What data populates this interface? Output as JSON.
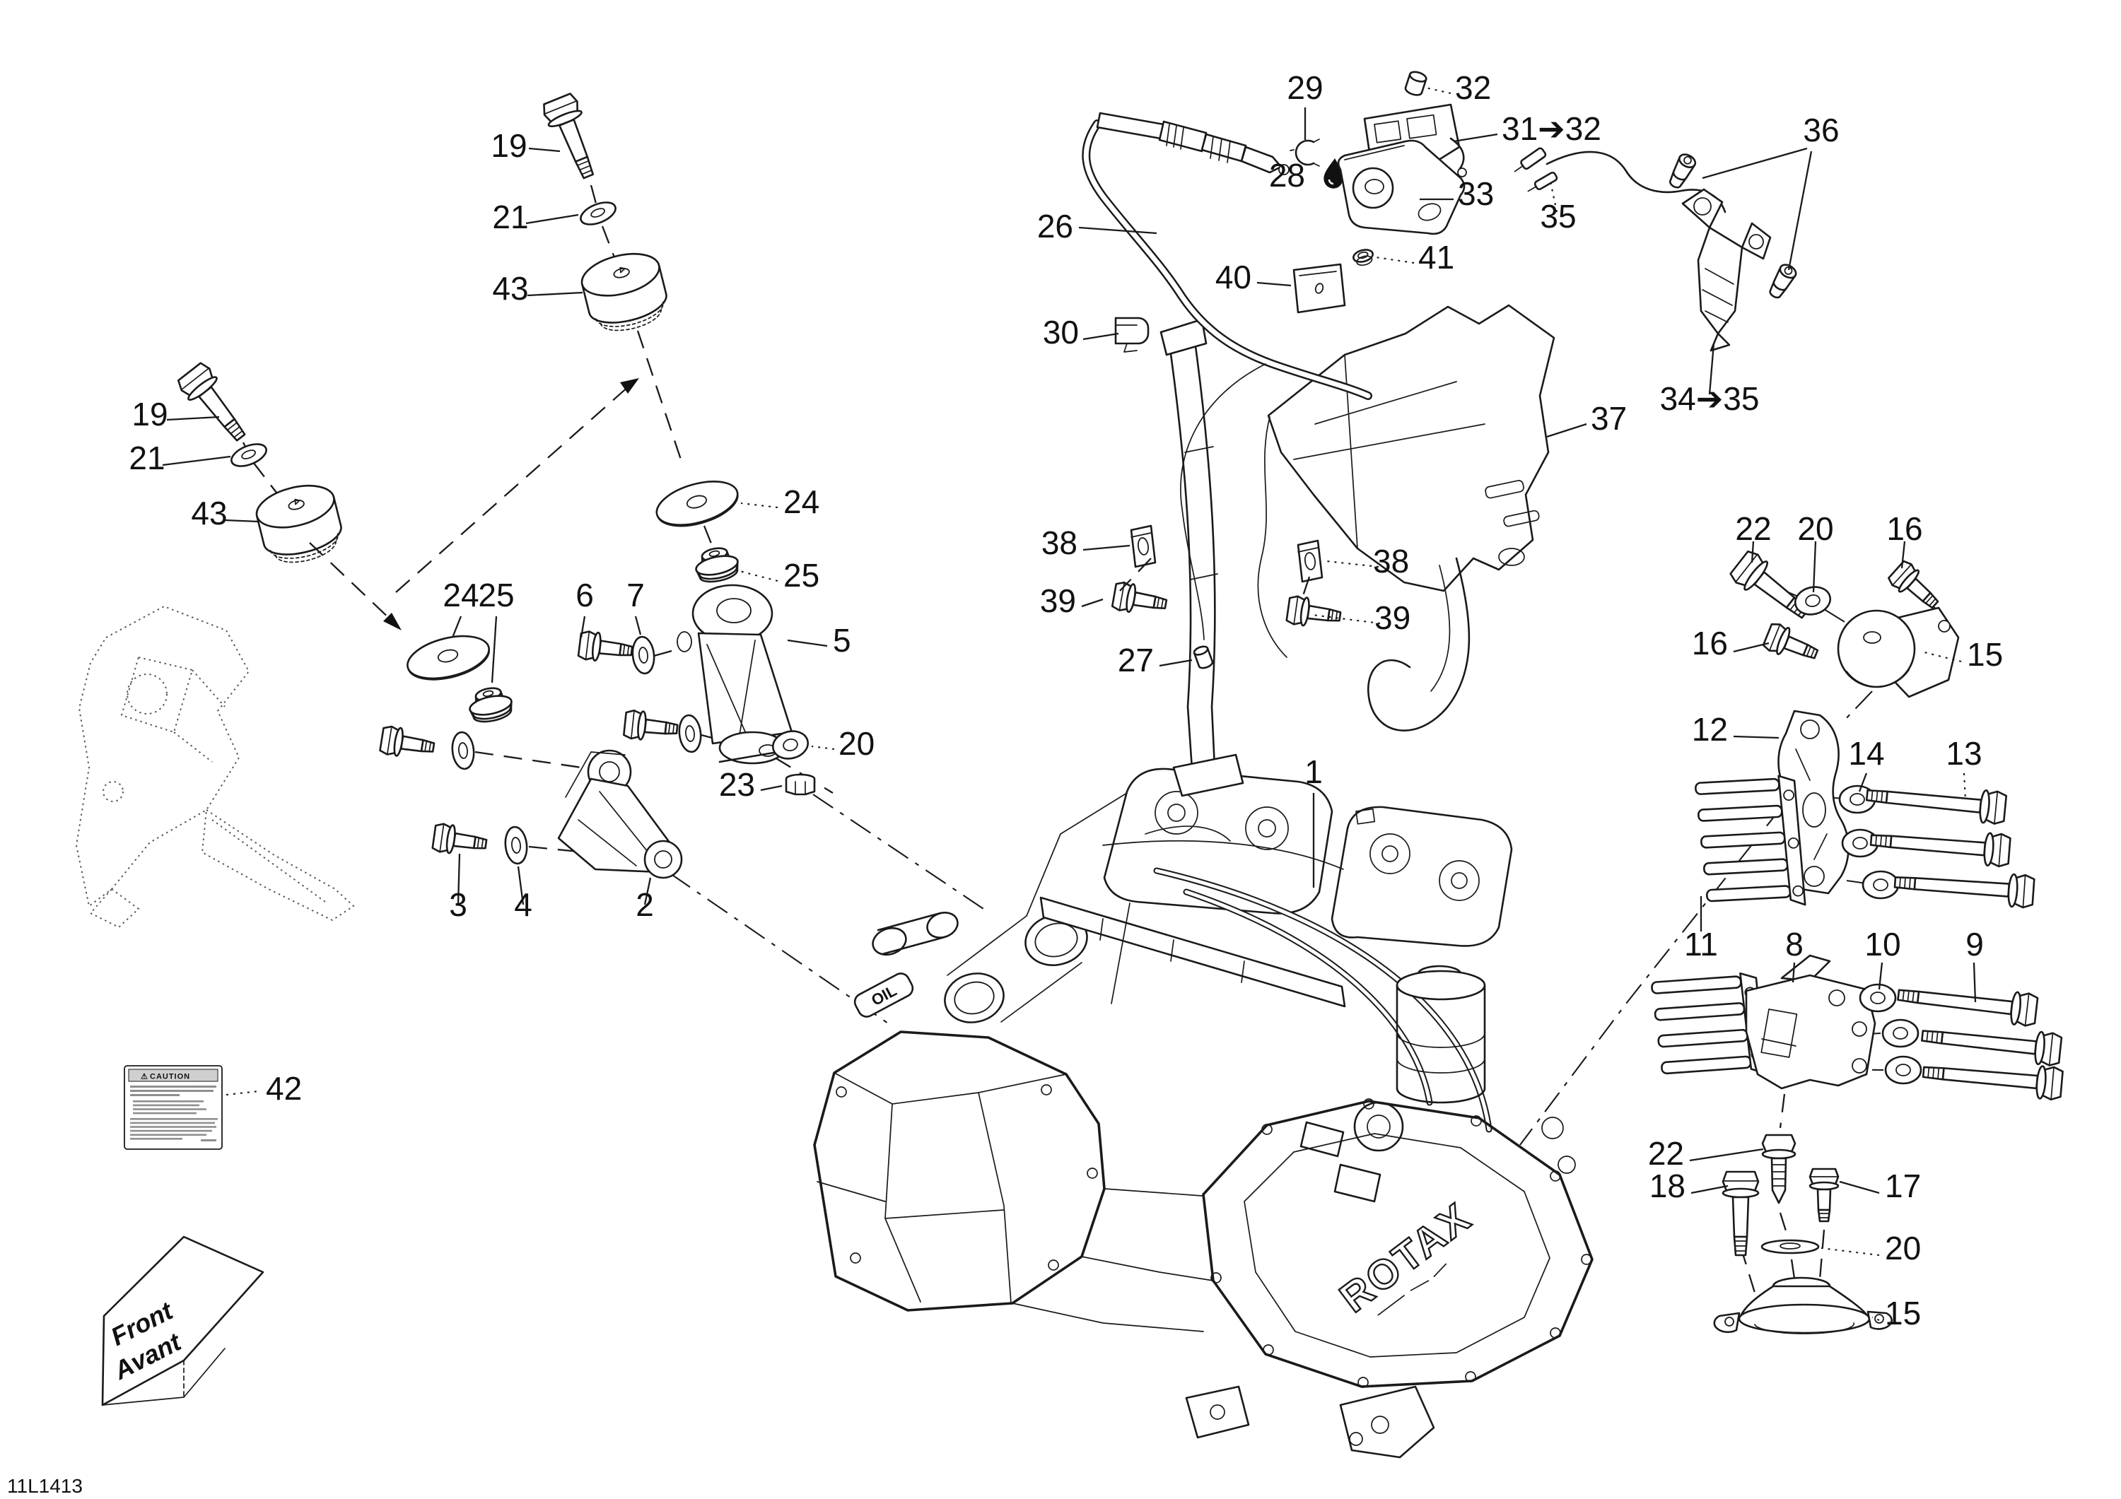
{
  "page": {
    "background": "#ffffff",
    "ink": "#1a1a1a"
  },
  "drawing_code": "11L1413",
  "front_arrow": {
    "line1": "Front",
    "line2": "Avant"
  },
  "engine": {
    "logo": "ROTAX",
    "oil_label": "OIL"
  },
  "caution": {
    "symbol": "⚠",
    "title": "CAUTION"
  },
  "callouts": [
    {
      "label": "19"
    },
    {
      "label": "21"
    },
    {
      "label": "43"
    },
    {
      "label": "19"
    },
    {
      "label": "21"
    },
    {
      "label": "43"
    },
    {
      "label": "24"
    },
    {
      "label": "25"
    },
    {
      "label": "24"
    },
    {
      "label": "25"
    },
    {
      "label": "6"
    },
    {
      "label": "7"
    },
    {
      "label": "5"
    },
    {
      "label": "20"
    },
    {
      "label": "23"
    },
    {
      "label": "3"
    },
    {
      "label": "4"
    },
    {
      "label": "2"
    },
    {
      "label": "26"
    },
    {
      "label": "28"
    },
    {
      "label": "29"
    },
    {
      "label": "32"
    },
    {
      "label": "31➔32"
    },
    {
      "label": "33"
    },
    {
      "label": "41"
    },
    {
      "label": "40"
    },
    {
      "label": "30"
    },
    {
      "label": "36"
    },
    {
      "label": "35"
    },
    {
      "label": "34➔35"
    },
    {
      "label": "37"
    },
    {
      "label": "38"
    },
    {
      "label": "39"
    },
    {
      "label": "38"
    },
    {
      "label": "39"
    },
    {
      "label": "27"
    },
    {
      "label": "1"
    },
    {
      "label": "22"
    },
    {
      "label": "20"
    },
    {
      "label": "16"
    },
    {
      "label": "16"
    },
    {
      "label": "15"
    },
    {
      "label": "12"
    },
    {
      "label": "14"
    },
    {
      "label": "13"
    },
    {
      "label": "11"
    },
    {
      "label": "8"
    },
    {
      "label": "10"
    },
    {
      "label": "9"
    },
    {
      "label": "22"
    },
    {
      "label": "18"
    },
    {
      "label": "17"
    },
    {
      "label": "20"
    },
    {
      "label": "15"
    },
    {
      "label": "42"
    }
  ]
}
